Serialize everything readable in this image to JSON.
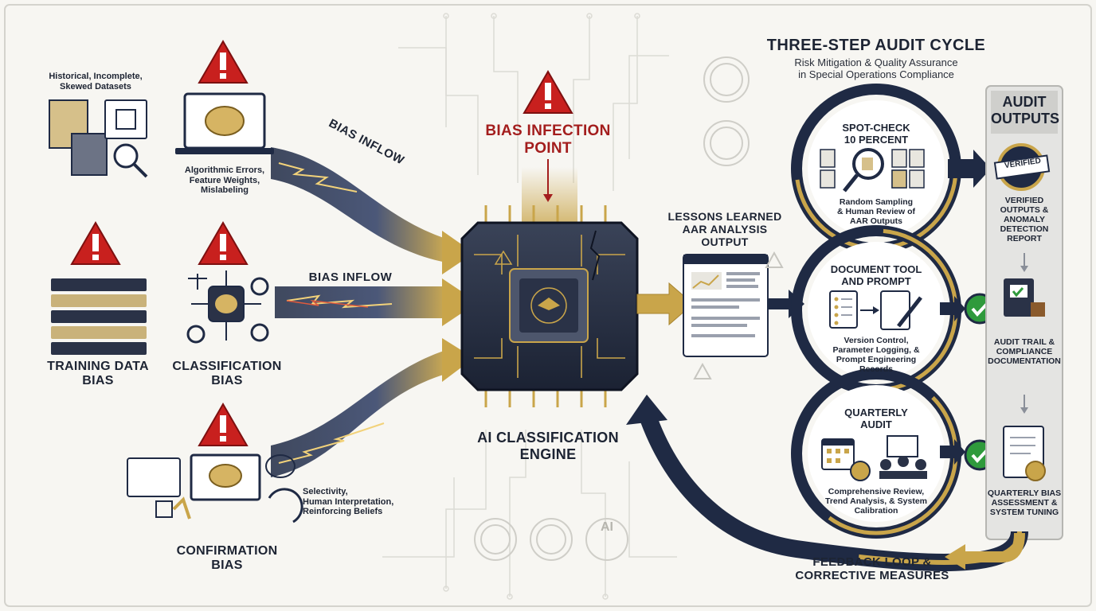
{
  "colors": {
    "navy": "#1f2a44",
    "gold": "#c9a54a",
    "warning_red": "#c8201e",
    "check_green": "#2f9a3c",
    "background": "#f7f6f2"
  },
  "left": {
    "data_sources_label": "Historical, Incomplete,\nSkewed Datasets",
    "algorithm_label": "Algorithmic Errors,\nFeature Weights,\nMislabeling",
    "training_data_bias": "TRAINING DATA\nBIAS",
    "classification_bias": "CLASSIFICATION\nBIAS",
    "selectivity_label": "Selectivity,\nHuman Interpretation,\nReinforcing Beliefs",
    "confirmation_bias": "CONFIRMATION\nBIAS"
  },
  "flows": {
    "bias_inflow_top": "BIAS INFLOW",
    "bias_inflow_mid": "BIAS INFLOW"
  },
  "center": {
    "infection_point": "BIAS INFECTION\nPOINT",
    "engine_label": "AI CLASSIFICATION\nENGINE",
    "lessons_learned": "LESSONS LEARNED\nAAR ANALYSIS\nOUTPUT",
    "ai_badge": "AI"
  },
  "audit_cycle": {
    "title": "THREE-STEP AUDIT CYCLE",
    "subtitle": "Risk Mitigation & Quality Assurance\nin Special Operations Compliance",
    "steps": [
      {
        "title": "SPOT-CHECK\n10 PERCENT",
        "desc": "Random Sampling\n& Human Review of\nAAR Outputs"
      },
      {
        "title": "DOCUMENT TOOL\nAND PROMPT",
        "desc": "Version Control,\nParameter Logging, &\nPrompt Engineering\nRecords"
      },
      {
        "title": "QUARTERLY\nAUDIT",
        "desc": "Comprehensive Review,\nTrend Analysis, & System\nCalibration"
      }
    ]
  },
  "audit_outputs": {
    "title": "AUDIT\nOUTPUTS",
    "verified_badge": "VERIFIED",
    "items": [
      "VERIFIED\nOUTPUTS &\nANOMALY\nDETECTION\nREPORT",
      "AUDIT TRAIL &\nCOMPLIANCE\nDOCUMENTATION",
      "QUARTERLY BIAS\nASSESSMENT &\nSYSTEM TUNING"
    ]
  },
  "feedback": {
    "label": "FEEDBACK LOOP &\nCORRECTIVE MEASURES"
  }
}
